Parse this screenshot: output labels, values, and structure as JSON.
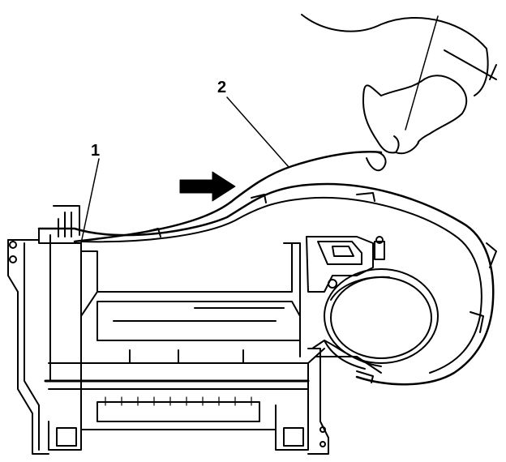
{
  "callouts": [
    {
      "id": "1",
      "label": "1"
    },
    {
      "id": "2",
      "label": "2"
    }
  ],
  "icons": {
    "direction_arrow": "arrow-right-icon",
    "hand": "hand-icon"
  },
  "colors": {
    "line": "#000000",
    "background": "#ffffff"
  }
}
